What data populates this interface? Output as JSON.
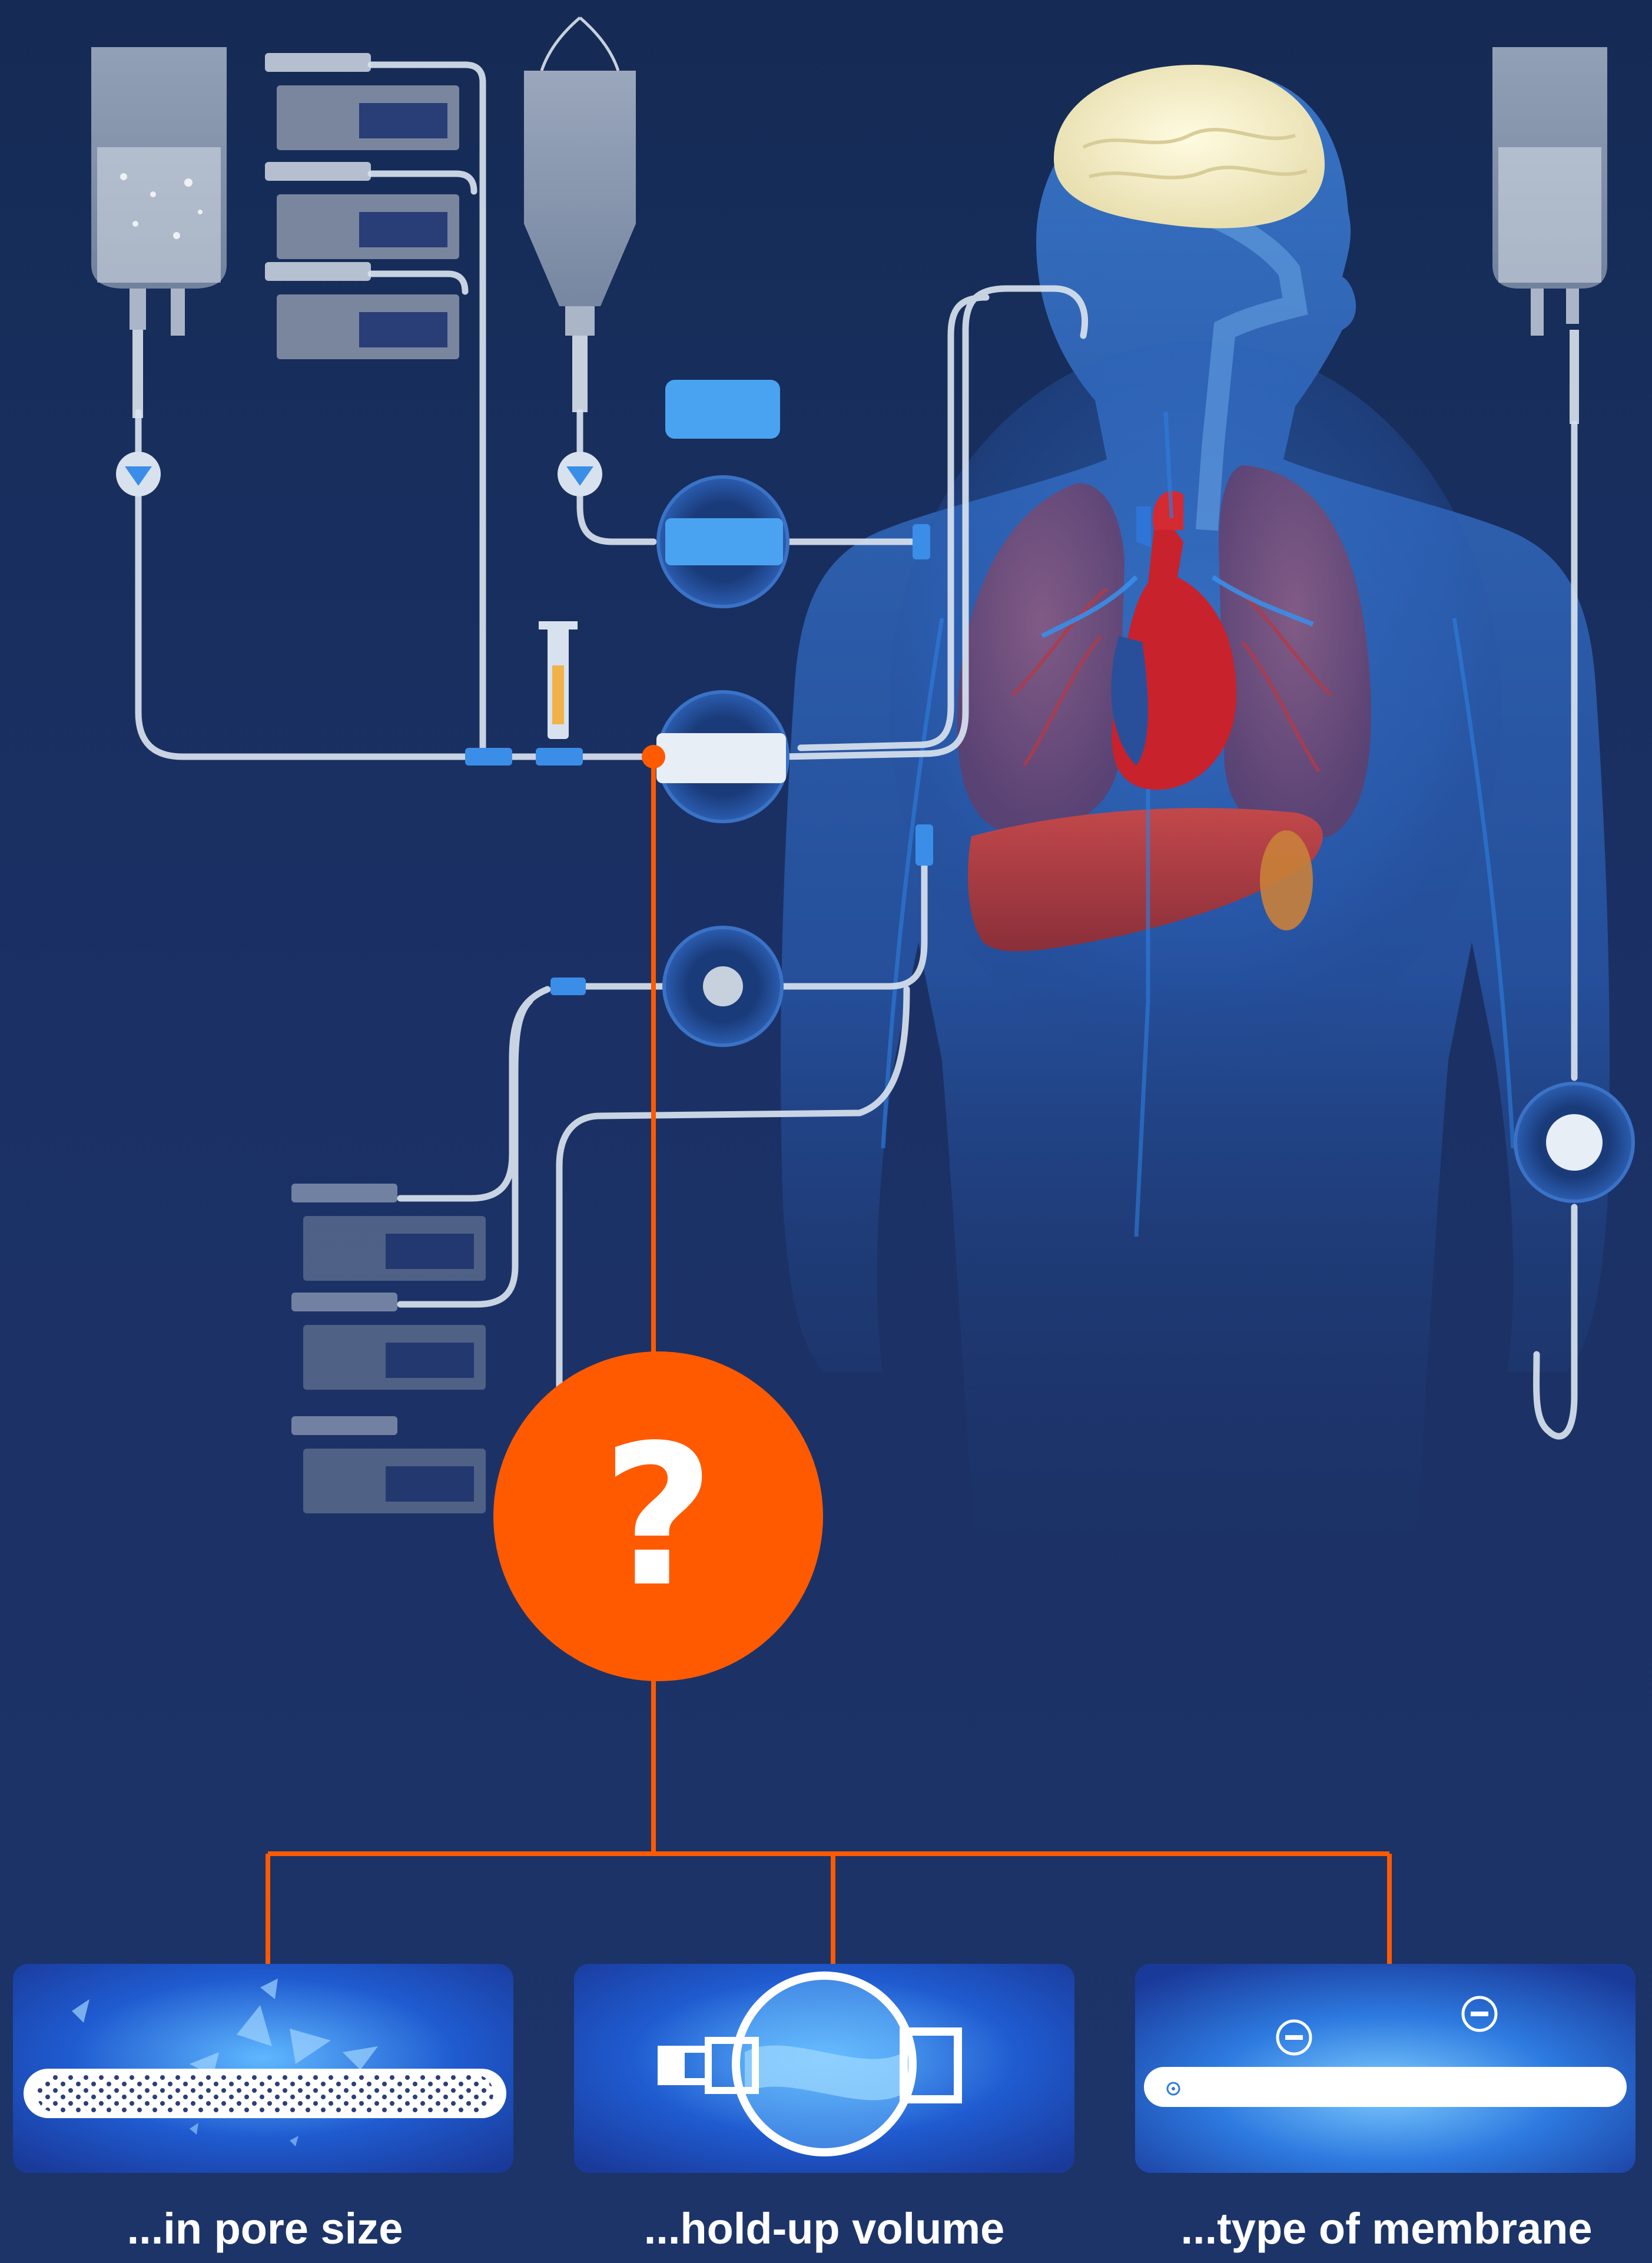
{
  "question": {
    "symbol": "?"
  },
  "options": [
    {
      "label": "...in pore size",
      "icon": "porous-membrane-icon"
    },
    {
      "label": "...hold-up volume",
      "icon": "filter-housing-icon"
    },
    {
      "label": "...type of membrane",
      "icon": "charged-membrane-icon"
    }
  ],
  "colors": {
    "background": "#1b3166",
    "accent": "#ff5a00",
    "tubing": "#d8e2ee",
    "panel": "#1f5bd0"
  }
}
